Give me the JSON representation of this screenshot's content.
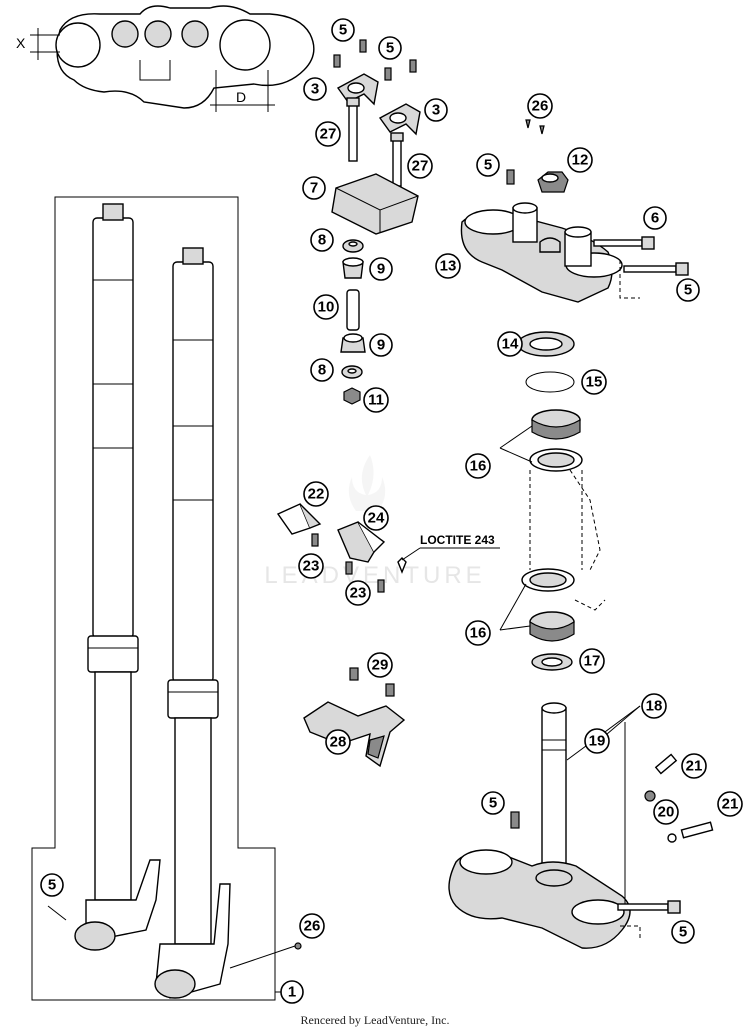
{
  "dimension_labels": {
    "x": "X",
    "d": "D"
  },
  "loctite_label": "LOCTITE 243",
  "watermark": "LEADVENTURE",
  "footer": "Rencered by LeadVenture, Inc.",
  "callouts": {
    "c1": "1",
    "c3a": "3",
    "c3b": "3",
    "c5a": "5",
    "c5b": "5",
    "c5c": "5",
    "c5d": "5",
    "c5e": "5",
    "c5f": "5",
    "c5g": "5",
    "c6": "6",
    "c7": "7",
    "c8a": "8",
    "c8b": "8",
    "c9a": "9",
    "c9b": "9",
    "c10": "10",
    "c11": "11",
    "c12": "12",
    "c13": "13",
    "c14": "14",
    "c15": "15",
    "c16a": "16",
    "c16b": "16",
    "c17": "17",
    "c18": "18",
    "c19": "19",
    "c20": "20",
    "c21a": "21",
    "c21b": "21",
    "c22": "22",
    "c23a": "23",
    "c23b": "23",
    "c24": "24",
    "c26a": "26",
    "c26b": "26",
    "c27a": "27",
    "c27b": "27",
    "c28": "28",
    "c29": "29"
  }
}
